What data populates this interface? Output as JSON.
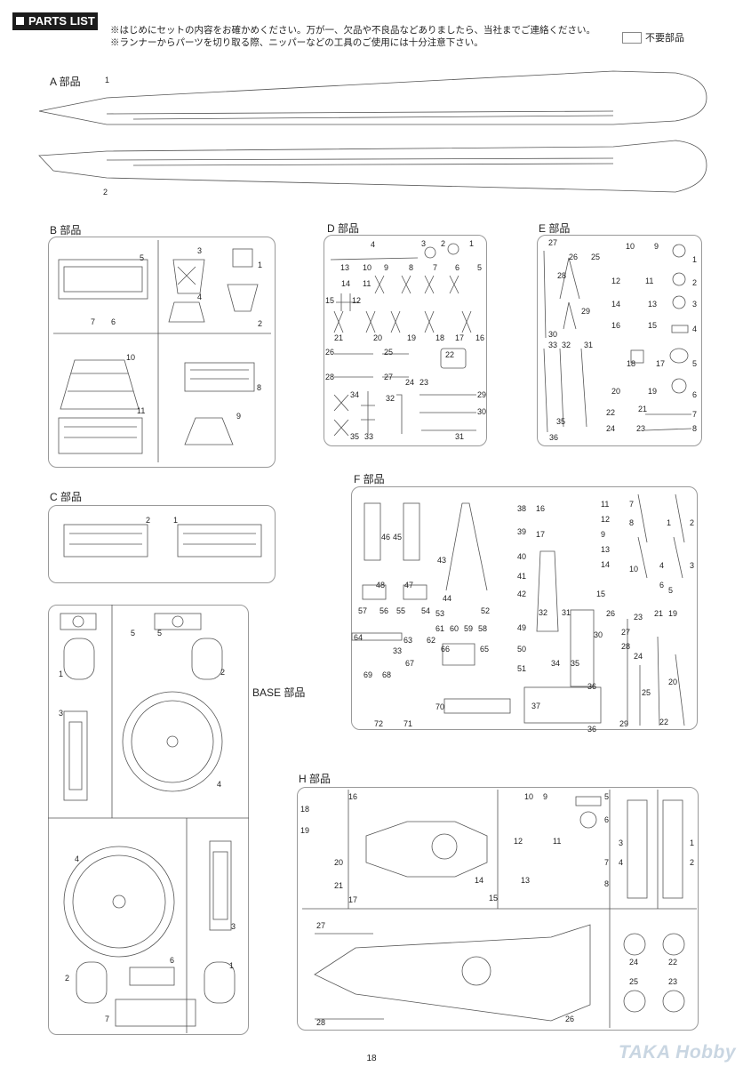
{
  "header": {
    "title": "PARTS LIST"
  },
  "notes": [
    "※はじめにセットの内容をお確かめください。万が一、欠品や不良品などありましたら、当社までご連絡ください。",
    "※ランナーからパーツを切り取る際、ニッパーなどの工具のご使用には十分注意下さい。"
  ],
  "legend": {
    "label": "不要部品"
  },
  "sections": {
    "A": {
      "title": "A 部品",
      "parts": [
        "1",
        "2"
      ]
    },
    "B": {
      "title": "B 部品",
      "parts": [
        "5",
        "3",
        "1",
        "4",
        "2",
        "7",
        "6",
        "10",
        "8",
        "11",
        "9"
      ]
    },
    "C": {
      "title": "C 部品",
      "parts": [
        "2",
        "1"
      ]
    },
    "D": {
      "title": "D 部品",
      "parts": [
        "4",
        "3",
        "2",
        "1",
        "13",
        "10",
        "9",
        "8",
        "7",
        "6",
        "5",
        "14",
        "11",
        "15",
        "12",
        "21",
        "20",
        "19",
        "18",
        "17",
        "16",
        "26",
        "25",
        "28",
        "27",
        "24",
        "23",
        "22",
        "34",
        "32",
        "29",
        "30",
        "35",
        "33",
        "31"
      ]
    },
    "E": {
      "title": "E 部品",
      "parts": [
        "27",
        "26",
        "25",
        "10",
        "9",
        "28",
        "1",
        "12",
        "11",
        "2",
        "14",
        "13",
        "3",
        "29",
        "16",
        "15",
        "4",
        "30",
        "33",
        "32",
        "31",
        "18",
        "17",
        "5",
        "20",
        "19",
        "6",
        "22",
        "21",
        "7",
        "35",
        "24",
        "23",
        "8",
        "36"
      ]
    },
    "F": {
      "title": "F 部品",
      "parts": [
        "38",
        "16",
        "11",
        "7",
        "8",
        "39",
        "12",
        "9",
        "1",
        "2",
        "46",
        "45",
        "43",
        "40",
        "17",
        "13",
        "3",
        "41",
        "14",
        "10",
        "4",
        "48",
        "47",
        "42",
        "6",
        "44",
        "15",
        "5",
        "57",
        "56",
        "55",
        "54",
        "53",
        "52",
        "49",
        "32",
        "31",
        "26",
        "23",
        "21",
        "19",
        "61",
        "60",
        "59",
        "58",
        "30",
        "27",
        "64",
        "63",
        "62",
        "50",
        "28",
        "24",
        "66",
        "65",
        "33",
        "69",
        "68",
        "67",
        "51",
        "34",
        "35",
        "36",
        "20",
        "25",
        "37",
        "70",
        "72",
        "71",
        "29",
        "22",
        "36"
      ]
    },
    "BASE": {
      "title": "BASE 部品",
      "parts": [
        "5",
        "5",
        "1",
        "2",
        "3",
        "4",
        "4",
        "3",
        "6",
        "2",
        "1",
        "7"
      ]
    },
    "H": {
      "title": "H 部品",
      "parts": [
        "16",
        "10",
        "9",
        "5",
        "18",
        "19",
        "6",
        "3",
        "1",
        "20",
        "12",
        "11",
        "7",
        "4",
        "2",
        "21",
        "14",
        "13",
        "8",
        "17",
        "15",
        "27",
        "24",
        "22",
        "25",
        "23",
        "28",
        "26"
      ]
    }
  },
  "page_number": "18",
  "watermark": "TAKA Hobby"
}
